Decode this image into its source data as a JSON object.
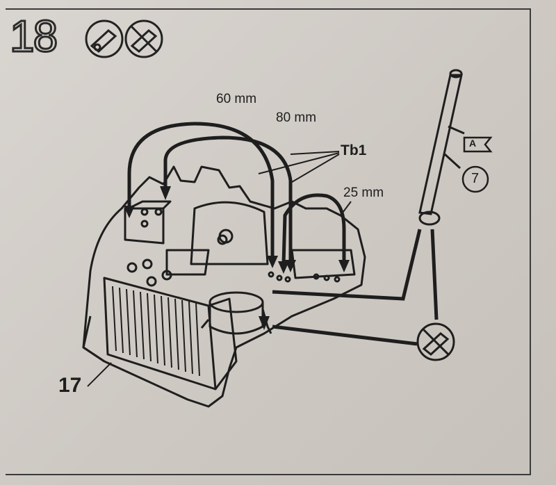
{
  "step": {
    "number": "18"
  },
  "labels": {
    "dim_60": "60 mm",
    "dim_80": "80 mm",
    "dim_25": "25 mm",
    "wire": "Tb1",
    "part_17": "17",
    "part_7": "7",
    "part_A": "A"
  },
  "icons": [
    "glue-icon",
    "no-glue-icon"
  ],
  "colors": {
    "ink": "#1e1e1e",
    "paper": "#d2cdc7"
  }
}
